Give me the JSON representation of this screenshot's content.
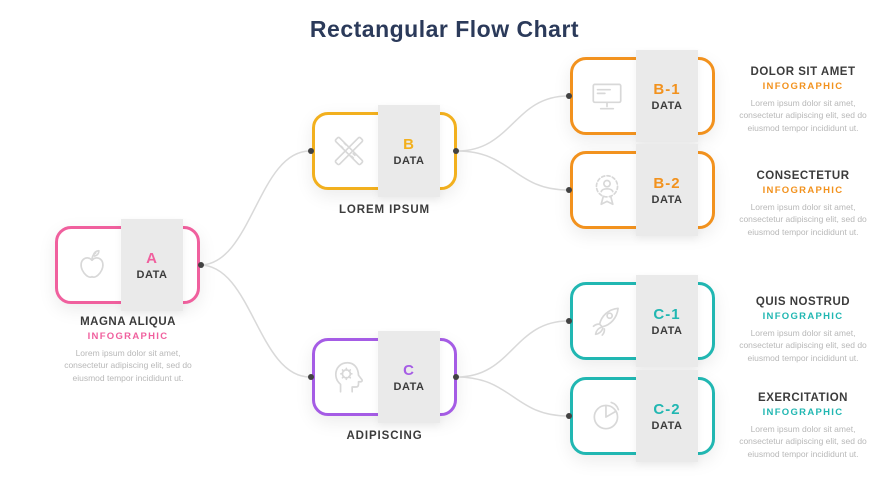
{
  "title": "Rectangular Flow Chart",
  "colors": {
    "title": "#2b3a5a",
    "pink": "#f0609e",
    "yellow": "#f2b01e",
    "purple": "#a55ce5",
    "orange": "#f2921e",
    "teal": "#21b7b2",
    "dark_text": "#3c3c3c",
    "muted_text": "#b8b8b8",
    "connector": "#d9d9d9",
    "tab_gray": "#eaeaea"
  },
  "nodes": {
    "a": {
      "letter": "A",
      "data_label": "DATA",
      "icon": "apple-icon",
      "caption": "MAGNA ALIQUA",
      "tagline": "INFOGRAPHIC",
      "body": "Lorem ipsum dolor sit amet, consectetur adipiscing elit, sed do eiusmod tempor incididunt ut."
    },
    "b": {
      "letter": "B",
      "data_label": "DATA",
      "icon": "pencil-ruler-icon",
      "caption": "LOREM IPSUM"
    },
    "c": {
      "letter": "C",
      "data_label": "DATA",
      "icon": "head-gear-icon",
      "caption": "ADIPISCING"
    },
    "b1": {
      "letter": "B-1",
      "data_label": "DATA",
      "icon": "monitor-icon",
      "heading": "DOLOR SIT AMET",
      "tagline": "INFOGRAPHIC",
      "body": "Lorem ipsum dolor sit amet, consectetur adipiscing elit, sed do eiusmod tempor incididunt ut."
    },
    "b2": {
      "letter": "B-2",
      "data_label": "DATA",
      "icon": "badge-person-icon",
      "heading": "CONSECTETUR",
      "tagline": "INFOGRAPHIC",
      "body": "Lorem ipsum dolor sit amet, consectetur adipiscing elit, sed do eiusmod tempor incididunt ut."
    },
    "c1": {
      "letter": "C-1",
      "data_label": "DATA",
      "icon": "rocket-icon",
      "heading": "QUIS NOSTRUD",
      "tagline": "INFOGRAPHIC",
      "body": "Lorem ipsum dolor sit amet, consectetur adipiscing elit, sed do eiusmod tempor incididunt ut."
    },
    "c2": {
      "letter": "C-2",
      "data_label": "DATA",
      "icon": "pie-chart-icon",
      "heading": "EXERCITATION",
      "tagline": "INFOGRAPHIC",
      "body": "Lorem ipsum dolor sit amet, consectetur adipiscing elit, sed do eiusmod tempor incididunt ut."
    }
  }
}
